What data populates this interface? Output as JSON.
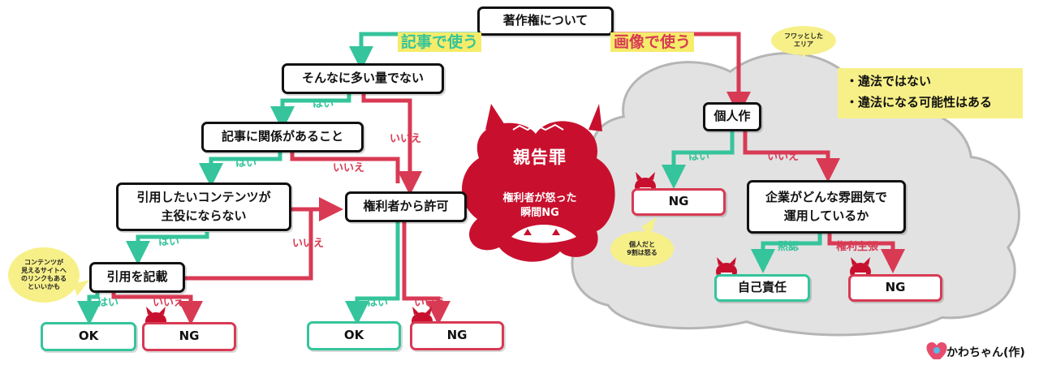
{
  "nodes": {
    "root": "著作権について",
    "q1": "そんなに多い量でない",
    "q2": "記事に関係があること",
    "q3_l1": "引用したいコンテンツが",
    "q3_l2": "主役にならない",
    "cite": "引用を記載",
    "ok1": "OK",
    "ng1": "NG",
    "permit": "権利者から許可",
    "ok2": "OK",
    "ng2": "NG",
    "personal": "個人作",
    "ng_personal": "NG",
    "corp_l1": "企業がどんな雰囲気で",
    "corp_l2": "運用しているか",
    "self": "自己責任",
    "ng_corp": "NG"
  },
  "branches": {
    "article": "記事で使う",
    "image": "画像で使う"
  },
  "edge_labels": {
    "yes": "はい",
    "no": "いいえ",
    "tacit": "黙認",
    "rights_claim": "権利主張"
  },
  "bubbles": {
    "fuwa_l1": "フワッとした",
    "fuwa_l2": "エリア",
    "content_l1": "コンテンツが",
    "content_l2": "見えるサイトへ",
    "content_l3": "のリンクもある",
    "content_l4": "といいかも",
    "personal_l1": "個人だと",
    "personal_l2": "9割は怒る"
  },
  "note": {
    "item1": "・違法ではない",
    "item2": "・違法になる可能性はある"
  },
  "oni": {
    "title": "親告罪",
    "line1": "権利者が怒った",
    "line2": "瞬間NG"
  },
  "credit": "かわちゃん(作)",
  "colors": {
    "green": "#35c49b",
    "red": "#d83a54",
    "highlight": "#f5ec6a",
    "oni": "#c8102e",
    "cloud": "#b5b5b5"
  }
}
